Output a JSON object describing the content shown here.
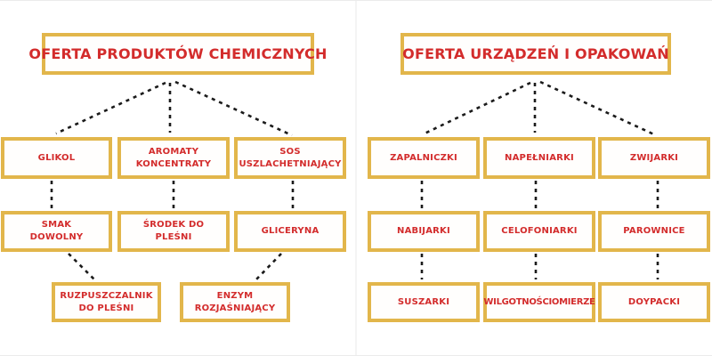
{
  "colors": {
    "box_border": "#e2b64b",
    "text_red": "#d32c2c",
    "connector": "#1b1b1b",
    "page_bg": "#ffffff",
    "edge_line": "#ebebeb"
  },
  "trees": [
    {
      "title": "OFERTA PRODUKTÓW CHEMICZNYCH",
      "nodes": [
        {
          "label": "GLIKOL"
        },
        {
          "label": "AROMATY\nKONCENTRATY"
        },
        {
          "label": "SOS\nUSZLACHETNIAJĄCY"
        },
        {
          "label": "SMAK\nDOWOLNY"
        },
        {
          "label": "ŚRODEK DO\nPLEŚNI"
        },
        {
          "label": "GLICERYNA"
        },
        {
          "label": "RUZPUSZCZALNIK\nDO PLEŚNI"
        },
        {
          "label": "ENZYM\nROZJAŚNIAJĄCY"
        }
      ]
    },
    {
      "title": "OFERTA URZĄDZEŃ I OPAKOWAŃ",
      "nodes": [
        {
          "label": "ZAPALNICZKI"
        },
        {
          "label": "NAPEŁNIARKI"
        },
        {
          "label": "ZWIJARKI"
        },
        {
          "label": "NABIJARKI"
        },
        {
          "label": "CELOFONIARKI"
        },
        {
          "label": "PAROWNICE"
        },
        {
          "label": "SUSZARKI"
        },
        {
          "label": "WILGOTNOŚCIOMIERZE"
        },
        {
          "label": "DOYPACKI"
        }
      ]
    }
  ]
}
